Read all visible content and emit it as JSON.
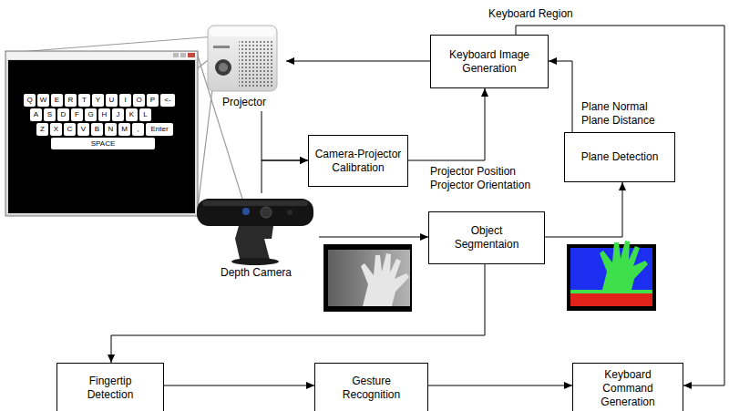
{
  "diagram": {
    "nodes": [
      {
        "text": [
          "Projector"
        ]
      },
      {
        "text": [
          "Keyboard Image Generation"
        ]
      },
      {
        "text": [
          "Camera-Projector Calibration"
        ]
      },
      {
        "text": [
          "Plane Detection"
        ]
      },
      {
        "text": [
          "Depth Camera"
        ]
      },
      {
        "text": [
          "Object Segmentaion"
        ]
      },
      {
        "text": [
          "Fingertip Detection"
        ]
      },
      {
        "text": [
          "Gesture Recognition"
        ]
      },
      {
        "text": [
          "Keyboard Command Generation"
        ]
      }
    ],
    "edges": [
      {
        "from": 1,
        "to": 0,
        "arrow": "to"
      },
      {
        "from": 0,
        "to": 2,
        "arrow": "to"
      },
      {
        "from": 4,
        "to": 2,
        "arrow": "to"
      },
      {
        "from": 2,
        "to": 1,
        "arrow": "to",
        "label": "Projector Position Projector Orientation"
      },
      {
        "from": 4,
        "to": 5,
        "arrow": "to"
      },
      {
        "from": 5,
        "to": 3,
        "arrow": "to"
      },
      {
        "from": 3,
        "to": 1,
        "arrow": "to",
        "label": "Plane Normal Plane Distance"
      },
      {
        "from": 1,
        "to": 8,
        "arrow": "to",
        "label": "Keyboard Region"
      },
      {
        "from": 5,
        "to": 6,
        "arrow": "to"
      },
      {
        "from": 6,
        "to": 7,
        "arrow": "to"
      },
      {
        "from": 7,
        "to": 8,
        "arrow": "to"
      }
    ],
    "labels": [
      "Q",
      "W",
      "E",
      "R",
      "T",
      "Y",
      "U",
      "I",
      "O",
      "P",
      "<-",
      "A",
      "S",
      "D",
      "F",
      "G",
      "H",
      "J",
      "K",
      "L",
      "Z",
      "X",
      "C",
      "V",
      "B",
      "N",
      "M",
      ",",
      "Enter",
      "SPACE"
    ]
  }
}
